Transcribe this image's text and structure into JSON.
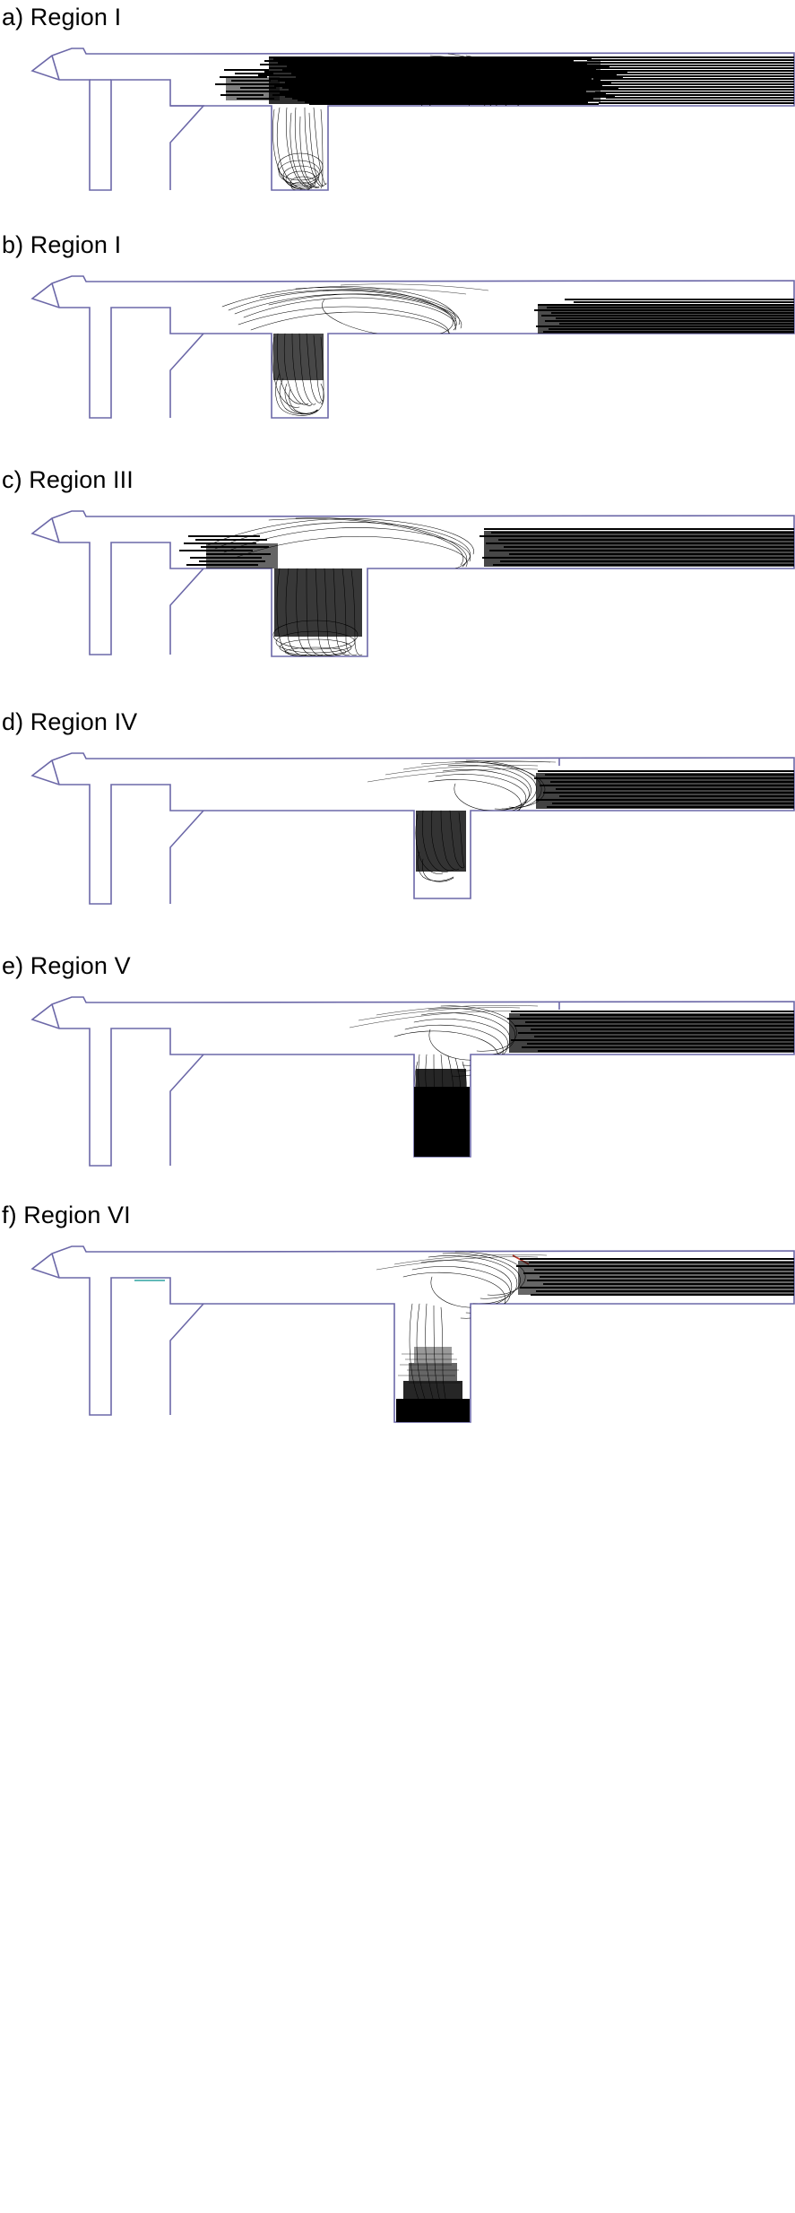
{
  "figure": {
    "kind": "multi-panel particle-trajectory figure",
    "panel_count": 6,
    "background_color": "#ffffff",
    "geometry_outline_color": "#6c68a8",
    "trajectory_color": "#000000"
  },
  "panels": [
    {
      "id": "a",
      "label": "a) Region I",
      "letter": "a)",
      "region": "Region I",
      "description": "Dense trajectory band filling the upper horizontal duct and spilling into the vertical shaft"
    },
    {
      "id": "b",
      "label": "b) Region I",
      "letter": "b)",
      "region": "Region I",
      "description": "Looping trajectories above the shaft with dense streaks along the right duct"
    },
    {
      "id": "c",
      "label": "c) Region III",
      "letter": "c)",
      "region": "Region III",
      "description": "Trajectories filling the vertical shaft down to its base"
    },
    {
      "id": "d",
      "label": "d) Region IV",
      "letter": "d)",
      "region": "Region IV",
      "description": "Trajectories concentrated at the shaft corner and right duct"
    },
    {
      "id": "e",
      "label": "e) Region V",
      "letter": "e)",
      "region": "Region V",
      "description": "Dense black deposit filling the lower vertical shaft"
    },
    {
      "id": "f",
      "label": "f) Region VI",
      "letter": "f)",
      "region": "Region VI",
      "description": "Trajectories hugging the shaft wall and collecting at the shaft bottom"
    }
  ],
  "chart_data": {
    "type": "line",
    "title": "",
    "xlabel": "",
    "ylabel": "",
    "series": [
      {
        "name": "Region I (a)",
        "panel": "a",
        "trajectory_density_zones": [
          {
            "zone": "upper horizontal duct",
            "density": "very high"
          },
          {
            "zone": "vertical shaft",
            "density": "high"
          },
          {
            "zone": "right outlet duct",
            "density": "high"
          },
          {
            "zone": "left plenum",
            "density": "none"
          }
        ]
      },
      {
        "name": "Region I (b)",
        "panel": "b",
        "trajectory_density_zones": [
          {
            "zone": "upper horizontal duct",
            "density": "medium"
          },
          {
            "zone": "vertical shaft",
            "density": "high"
          },
          {
            "zone": "right outlet duct",
            "density": "very high"
          },
          {
            "zone": "left plenum",
            "density": "none"
          }
        ]
      },
      {
        "name": "Region III (c)",
        "panel": "c",
        "trajectory_density_zones": [
          {
            "zone": "upper horizontal duct",
            "density": "medium"
          },
          {
            "zone": "vertical shaft",
            "density": "very high"
          },
          {
            "zone": "right outlet duct",
            "density": "high"
          },
          {
            "zone": "left plenum",
            "density": "none"
          }
        ]
      },
      {
        "name": "Region IV (d)",
        "panel": "d",
        "trajectory_density_zones": [
          {
            "zone": "upper horizontal duct",
            "density": "low"
          },
          {
            "zone": "vertical shaft",
            "density": "medium"
          },
          {
            "zone": "right outlet duct",
            "density": "very high"
          },
          {
            "zone": "left plenum",
            "density": "none"
          }
        ]
      },
      {
        "name": "Region V (e)",
        "panel": "e",
        "trajectory_density_zones": [
          {
            "zone": "upper horizontal duct",
            "density": "low"
          },
          {
            "zone": "vertical shaft",
            "density": "saturated"
          },
          {
            "zone": "right outlet duct",
            "density": "very high"
          },
          {
            "zone": "left plenum",
            "density": "none"
          }
        ]
      },
      {
        "name": "Region VI (f)",
        "panel": "f",
        "trajectory_density_zones": [
          {
            "zone": "upper horizontal duct",
            "density": "low"
          },
          {
            "zone": "vertical shaft",
            "density": "high"
          },
          {
            "zone": "right outlet duct",
            "density": "high"
          },
          {
            "zone": "left plenum",
            "density": "none"
          }
        ]
      }
    ]
  }
}
